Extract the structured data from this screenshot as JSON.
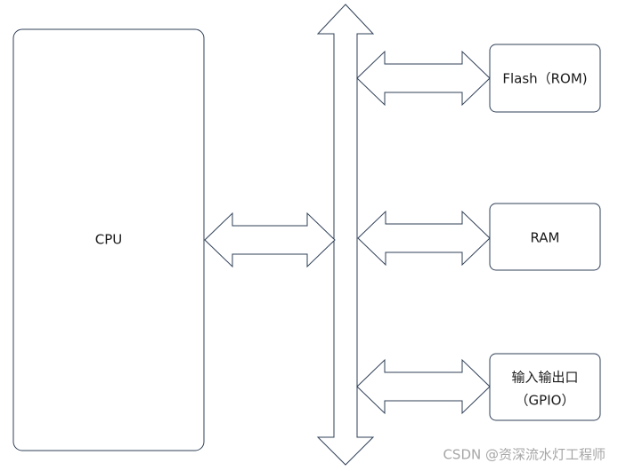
{
  "diagram": {
    "cpu_label": "CPU",
    "flash_label": "Flash（ROM)",
    "ram_label": "RAM",
    "gpio_label_line1": "输入输出口",
    "gpio_label_line2": "（GPIO）"
  },
  "watermark": "CSDN @资深流水灯工程师",
  "colors": {
    "stroke": "#2f3f57",
    "fill": "#ffffff",
    "text": "#1a1a1a",
    "watermark": "#a6a6a6"
  }
}
